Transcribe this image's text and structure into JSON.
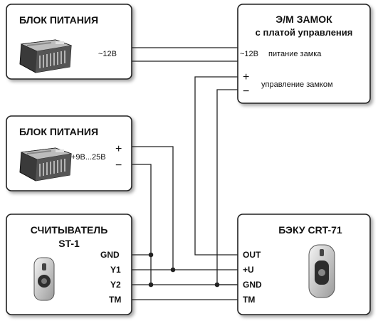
{
  "psu1": {
    "title": "БЛОК ПИТАНИЯ",
    "out": "~12В"
  },
  "lock": {
    "title1": "Э/М ЗАМОК",
    "title2": "с платой управления",
    "supply_pin": "~12В",
    "supply_desc": "питание замка",
    "plus": "+",
    "minus": "−",
    "control_desc": "управление замком"
  },
  "psu2": {
    "title": "БЛОК ПИТАНИЯ",
    "range": "+9В...25В",
    "plus": "+",
    "minus": "−"
  },
  "reader": {
    "title1": "СЧИТЫВАТЕЛЬ",
    "title2": "ST-1",
    "pins": [
      "GND",
      "Y1",
      "Y2",
      "TM"
    ]
  },
  "controller": {
    "title": "БЭКУ CRT-71",
    "pins": [
      "OUT",
      "+U",
      "GND",
      "TM"
    ]
  }
}
